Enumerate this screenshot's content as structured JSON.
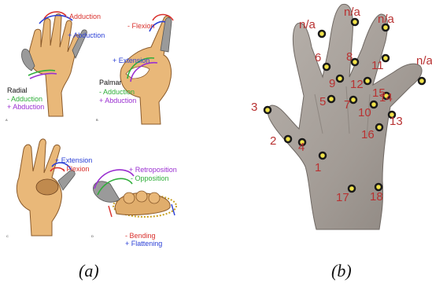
{
  "panel_a": {
    "A": {
      "adduction": "- Adduction",
      "abduction": "+ Abduction",
      "radial": "Radial",
      "radial_adduction": "- Adduction",
      "radial_abduction": "+ Abduction",
      "letter": "A"
    },
    "B": {
      "flexion": "- Flexion",
      "extension": "+ Extension",
      "palmar": "Palmar",
      "palmar_adduction": "- Adduction",
      "palmar_abduction": "+ Abduction",
      "letter": "B"
    },
    "C": {
      "extension": "+ Extension",
      "flexion": "- Flexion",
      "letter": "C"
    },
    "D": {
      "retroposition": "+ Retroposition",
      "opposition": "- Opposition",
      "bending": "- Bending",
      "flattening": "+ Flattening",
      "letter": "D"
    }
  },
  "panel_b": {
    "markers": [
      "n/a",
      "n/a",
      "n/a",
      "n/a",
      "6",
      "8",
      "11",
      "9",
      "12",
      "15",
      "5",
      "7",
      "10",
      "14",
      "3",
      "13",
      "16",
      "2",
      "4",
      "1",
      "17",
      "18"
    ]
  },
  "captions": {
    "a": "(a)",
    "b": "(b)"
  },
  "colors": {
    "red": "#d9302c",
    "blue": "#2a3fd6",
    "green": "#2fae3a",
    "purple": "#9a2fd0",
    "marker_text": "#b83232",
    "glove": "#a9a29c"
  }
}
